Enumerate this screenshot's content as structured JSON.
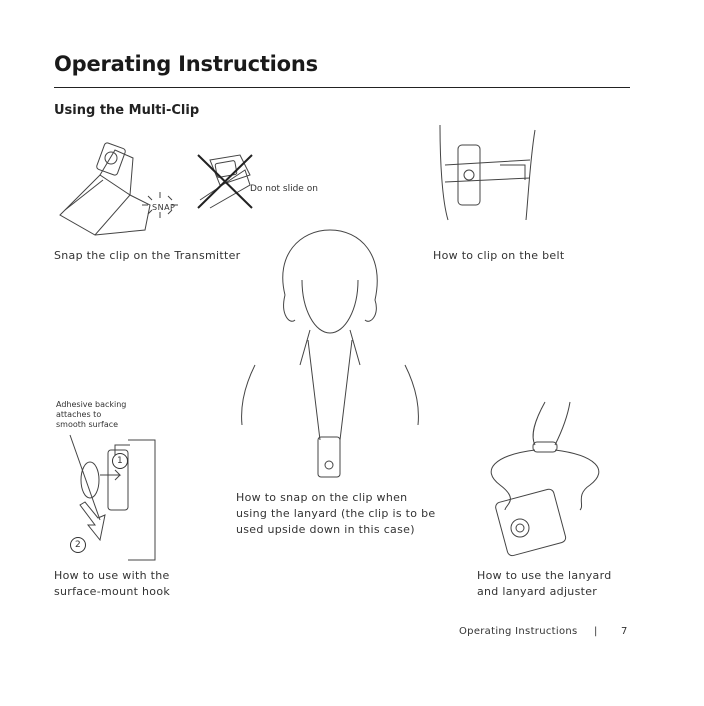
{
  "page": {
    "title": "Operating Instructions",
    "subtitle": "Using the Multi-Clip"
  },
  "illustrations": {
    "snap_clip": {
      "callout": "SNAP",
      "caption": "Snap the clip on the Transmitter"
    },
    "do_not_slide": {
      "note": "Do not slide on"
    },
    "belt_clip": {
      "caption": "How to clip on the belt"
    },
    "lanyard_snap": {
      "caption_lines": [
        "How to snap on the clip when",
        "using the lanyard (the clip is to be",
        "used upside down in this case)"
      ]
    },
    "surface_mount": {
      "note_lines": [
        "Adhesive backing",
        "attaches to",
        "smooth surface"
      ],
      "step1": "1",
      "step2": "2",
      "caption_lines": [
        "How to use with the",
        "surface-mount hook"
      ]
    },
    "lanyard_adjuster": {
      "caption_lines": [
        "How to use the lanyard",
        "and lanyard adjuster"
      ]
    }
  },
  "footer": {
    "section": "Operating Instructions",
    "separator": "|",
    "page_number": "7"
  }
}
